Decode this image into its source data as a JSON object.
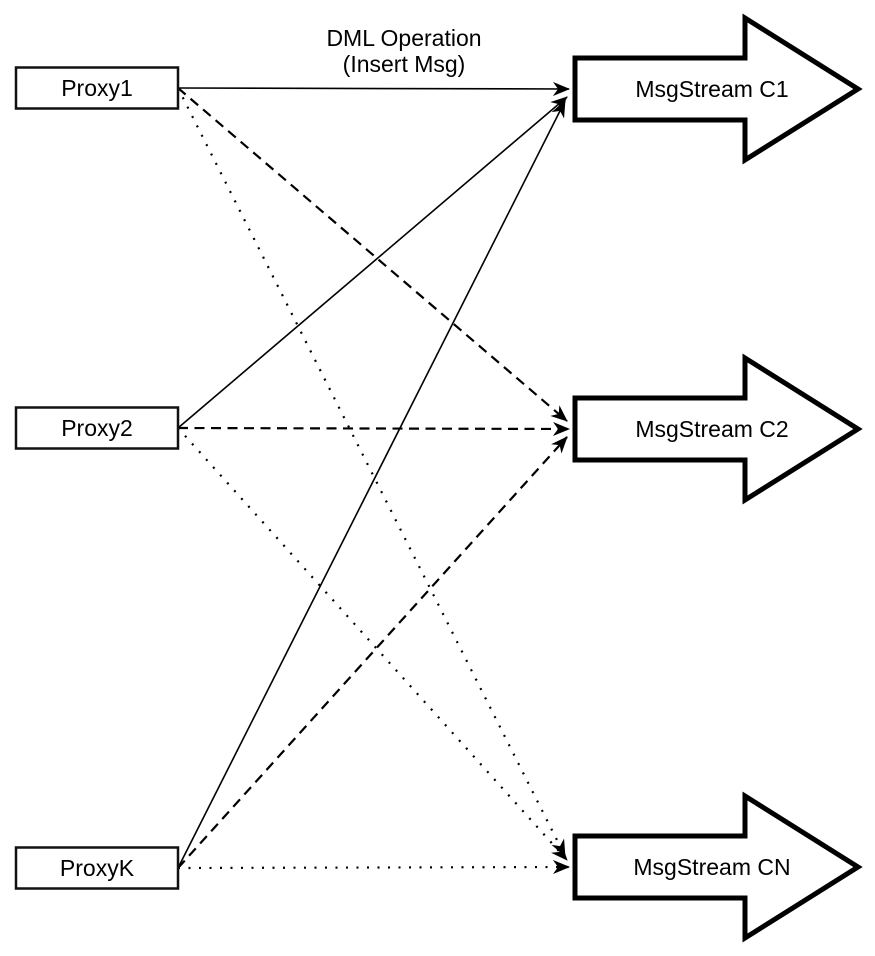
{
  "diagram": {
    "annotation": {
      "line1": "DML Operation",
      "line2": "(Insert Msg)"
    },
    "proxies": [
      {
        "id": "proxy1",
        "label": "Proxy1"
      },
      {
        "id": "proxy2",
        "label": "Proxy2"
      },
      {
        "id": "proxyk",
        "label": "ProxyK"
      }
    ],
    "streams": [
      {
        "id": "c1",
        "label": "MsgStream C1"
      },
      {
        "id": "c2",
        "label": "MsgStream C2"
      },
      {
        "id": "cn",
        "label": "MsgStream CN"
      }
    ],
    "edges": [
      {
        "from": "Proxy1",
        "to": "MsgStream C1",
        "style": "solid"
      },
      {
        "from": "Proxy1",
        "to": "MsgStream C2",
        "style": "dashed"
      },
      {
        "from": "Proxy1",
        "to": "MsgStream CN",
        "style": "dotted"
      },
      {
        "from": "Proxy2",
        "to": "MsgStream C1",
        "style": "solid"
      },
      {
        "from": "Proxy2",
        "to": "MsgStream C2",
        "style": "dashed"
      },
      {
        "from": "Proxy2",
        "to": "MsgStream CN",
        "style": "dotted"
      },
      {
        "from": "ProxyK",
        "to": "MsgStream C1",
        "style": "solid"
      },
      {
        "from": "ProxyK",
        "to": "MsgStream C2",
        "style": "dashed"
      },
      {
        "from": "ProxyK",
        "to": "MsgStream CN",
        "style": "dotted"
      }
    ],
    "colors": {
      "stroke": "#000000",
      "background": "#ffffff"
    }
  }
}
